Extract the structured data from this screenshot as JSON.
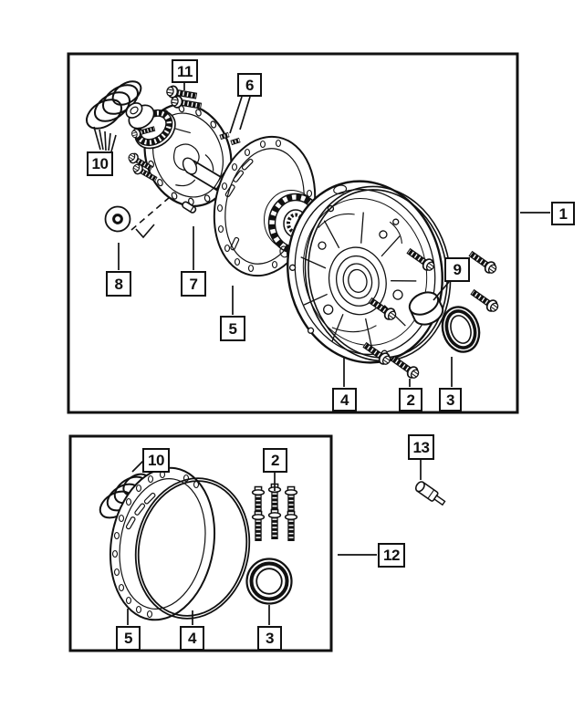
{
  "colors": {
    "line": "#111111",
    "background": "#ffffff"
  },
  "upper_assembly": {
    "callouts": {
      "c1": "1",
      "c2": "2",
      "c3": "3",
      "c4": "4",
      "c5": "5",
      "c6": "6",
      "c7": "7",
      "c8": "8",
      "c9": "9",
      "c10": "10",
      "c11": "11"
    }
  },
  "lower_kit": {
    "callouts": {
      "c2": "2",
      "c3": "3",
      "c4": "4",
      "c5": "5",
      "c10": "10",
      "c12": "12",
      "c13": "13"
    }
  }
}
